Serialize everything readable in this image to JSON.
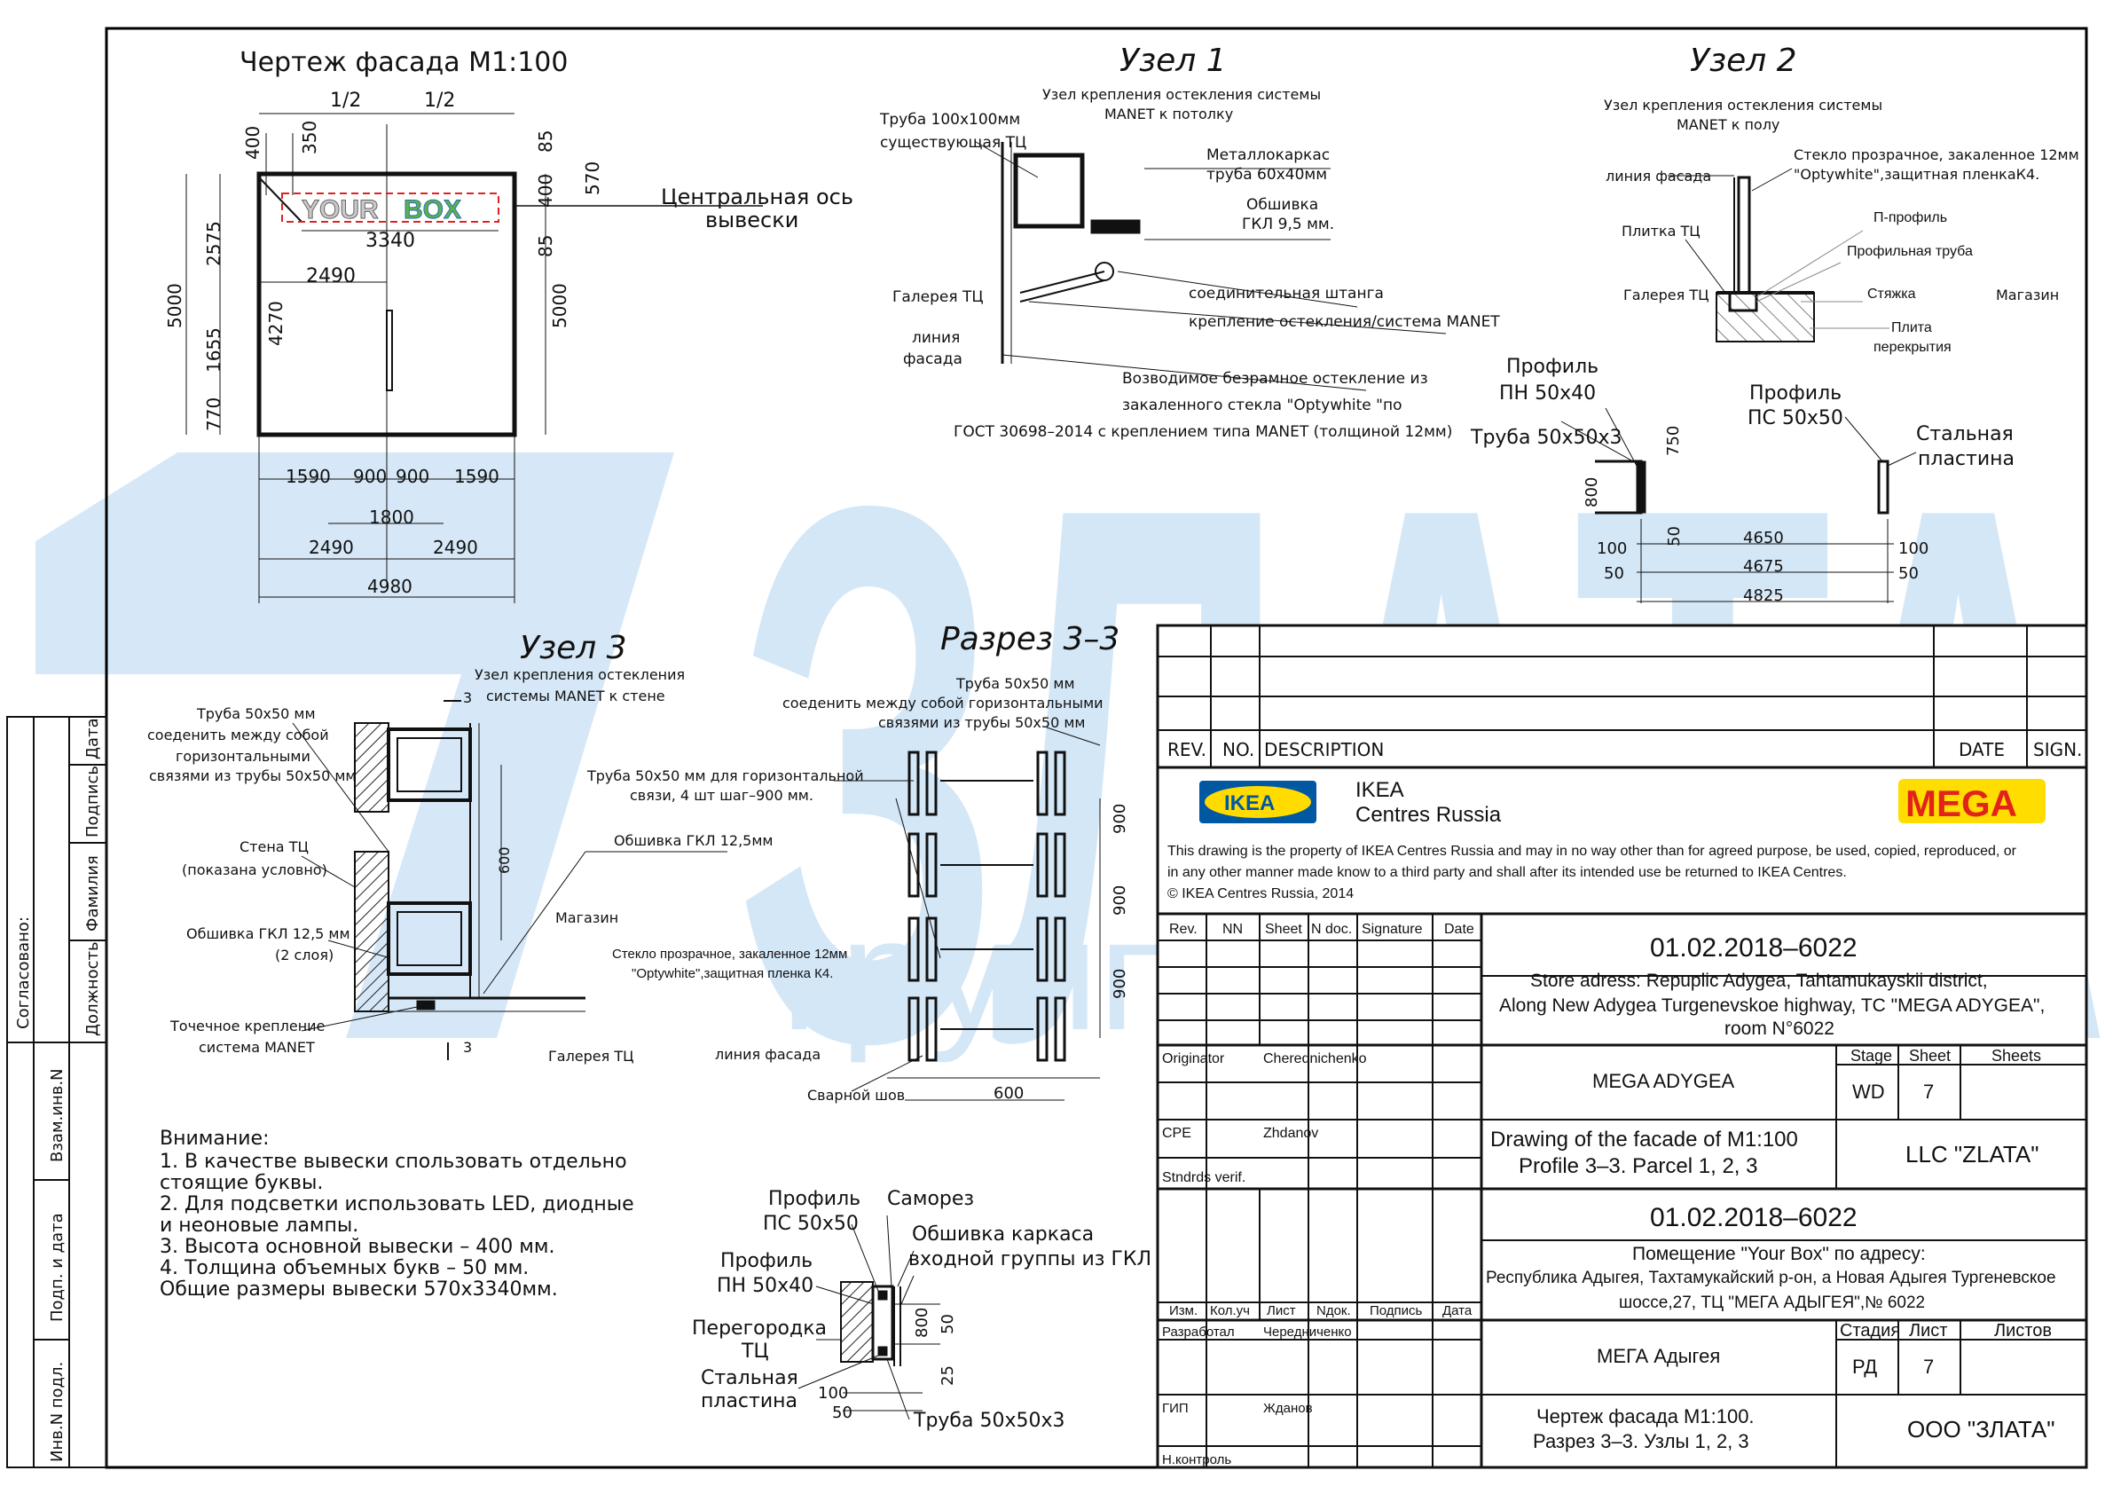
{
  "watermark": {
    "brand": "ЗЛАТА",
    "subtitle": "группа компаний"
  },
  "facade": {
    "title": "Чертеж фасада М1:100",
    "axis_label": [
      "Центральная ось",
      "вывески"
    ],
    "sign_word1": "YOUR",
    "sign_word2": "BOX",
    "dims": {
      "half_left": "1/2",
      "half_right": "1/2",
      "top_400": "400",
      "top_350": "350",
      "r85a": "85",
      "r400": "400",
      "r85b": "85",
      "r570": "570",
      "sign_w": "3340",
      "w2490": "2490",
      "left_2575": "2575",
      "left_5000": "5000",
      "left_4270": "4270",
      "left_1655": "1655",
      "left_770": "770",
      "right_5000": "5000",
      "b1590a": "1590",
      "b900a": "900",
      "b900b": "900",
      "b1590b": "1590",
      "b1800": "1800",
      "b2490a": "2490",
      "b2490b": "2490",
      "b4980": "4980"
    }
  },
  "node1": {
    "title": "Узел 1",
    "subtitle": [
      "Узел крепления остекления системы",
      "MANET к потолку"
    ],
    "labels": {
      "pipe": [
        "Труба 100х100мм",
        "существующая ТЦ"
      ],
      "frame": [
        "Металлокаркас",
        "труба 60х40мм"
      ],
      "gkl": [
        "Обшивка",
        "ГКЛ 9,5 мм."
      ],
      "gallery": "Галерея ТЦ",
      "facade_line": [
        "линия",
        "фасада"
      ],
      "rod": "соединительная штанга",
      "mount": "крепление остекления/система MANET",
      "glass": [
        "Возводимое безрамное остекление из",
        "закаленного стекла \"Optywhite \"по",
        "ГОСТ 30698–2014 с креплением типа MANET (толщиной 12мм)"
      ]
    }
  },
  "node2": {
    "title": "Узел 2",
    "subtitle": [
      "Узел крепления остекления системы",
      "MANET к полу"
    ],
    "labels": {
      "glass": [
        "Стекло прозрачное, закаленное 12мм",
        "\"Optywhite\",защитная пленкаК4."
      ],
      "facade_line": "линия фасада",
      "tile": "Плитка ТЦ",
      "p_profile": "П-профиль",
      "profile_pipe": "Профильная труба",
      "screed": "Стяжка",
      "slab": [
        "Плита",
        "перекрытия"
      ],
      "gallery": "Галерея ТЦ",
      "shop": "Магазин"
    }
  },
  "profiles_detail": {
    "pn": [
      "Профиль",
      "ПН 50х40"
    ],
    "pipe": "Труба 50х50х3",
    "ps": [
      "Профиль",
      "ПС 50х50"
    ],
    "plate": [
      "Стальная",
      "пластина"
    ],
    "dims": {
      "d750": "750",
      "d800": "800",
      "d50v": "50",
      "d100a": "100",
      "d50a": "50",
      "d4650": "4650",
      "d4675": "4675",
      "d4825": "4825",
      "d100b": "100",
      "d50b": "50"
    }
  },
  "node3": {
    "title": "Узел 3",
    "subtitle": [
      "Узел крепления остекления",
      "системы MANET к стене"
    ],
    "labels": {
      "pipe": [
        "Труба 50х50 мм",
        "соеденить между собой",
        "горизонтальными",
        "связями из трубы 50х50 мм"
      ],
      "wall": [
        "Стена ТЦ",
        "(показана условно)"
      ],
      "gkl": [
        "Обшивка ГКЛ 12,5 мм",
        "(2 слоя)"
      ],
      "point": [
        "Точечное крепление",
        "система MANET"
      ],
      "shop": "Магазин",
      "gallery": "Галерея ТЦ",
      "gkl2": "Обшивка ГКЛ 12,5мм",
      "glass": [
        "Стекло прозрачное, закаленное 12мм",
        "\"Optywhite\",защитная пленка К4."
      ],
      "facade_line": "линия фасада",
      "dim600": "600",
      "cut": "3"
    }
  },
  "section33": {
    "title": "Разрез 3–3",
    "labels": {
      "pipe": [
        "Труба 50х50 мм",
        "соеденить между собой горизонтальными",
        "связями из трубы 50х50 мм"
      ],
      "pipe_h": [
        "Труба 50х50 мм для горизонтальной",
        "связи, 4 шт шаг–900 мм."
      ],
      "weld": "Сварной шов"
    },
    "dims": {
      "v1": "900",
      "v2": "900",
      "v3": "900",
      "h": "600"
    }
  },
  "notes": {
    "title": "Внимание:",
    "lines": [
      "1. В качестве вывески спользовать отдельно",
      "стоящие буквы.",
      "2. Для подсветки использовать LED, диодные",
      "и неоновые лампы.",
      "3. Высота основной вывески – 400 мм.",
      "4. Толщина объемных букв – 50 мм.",
      "Общие размеры вывески 570х3340мм."
    ]
  },
  "bottom_detail": {
    "ps": [
      "Профиль",
      "ПС 50х50"
    ],
    "screw": "Саморез",
    "skin": [
      "Обшивка каркаса",
      "входной группы из ГКЛ"
    ],
    "pn": [
      "Профиль",
      "ПН 50х40"
    ],
    "partition": [
      "Перегородка",
      "ТЦ"
    ],
    "plate": [
      "Стальная",
      "пластина"
    ],
    "pipe": "Труба 50х50х3",
    "dims": {
      "d800": "800",
      "d50": "50",
      "d25": "25",
      "d100": "100",
      "d50b": "50"
    }
  },
  "side_stamp": {
    "agreed": "Согласовано:",
    "cols": [
      "Дата",
      "Подпись",
      "Фамилия",
      "Должность"
    ],
    "rows": [
      "Взам.инв.N",
      "Подп. и дата",
      "Инв.N подл."
    ]
  },
  "title_block": {
    "rev_header": {
      "rev": "REV.",
      "no": "NO.",
      "desc": "DESCRIPTION",
      "date": "DATE",
      "sign": "SIGN."
    },
    "ikea_logo": "IKEA",
    "company": [
      "IKEA",
      "Centres Russia"
    ],
    "mega_logo": "MEGA",
    "disclaimer": [
      "This drawing is the property of IKEA Centres Russia and may in no way other than for agreed  purpose, be used, copied, reproduced,  or",
      "in any other manner made know to a third party and shall after its intended use be returned to IKEA Centres.",
      "©  IKEA Centres Russia, 2014"
    ],
    "en_cols": [
      "Rev.",
      "NN",
      "Sheet",
      "N doc.",
      "Signature",
      "Date"
    ],
    "code": "01.02.2018–6022",
    "address_en": [
      "Store adress: Repuplic Adygea, Tahtamukayskii district,",
      "Along New Adygea Turgenevskoe highway, TC \"MEGA ADYGEA\",",
      "room N°6022"
    ],
    "originator": "Originator",
    "originator_name": "Cherednichenko",
    "cpe": "CPE",
    "cpe_name": "Zhdanov",
    "stndrd": "Stndrds verif.",
    "project_en": "MEGA ADYGEA",
    "stage_hdr": [
      "Stage",
      "Sheet",
      "Sheets"
    ],
    "stage_val": [
      "WD",
      "7",
      ""
    ],
    "drawing_en": [
      "Drawing of the facade of M1:100",
      "Profile 3–3. Parcel 1, 2, 3"
    ],
    "company_en": "LLC \"ZLATA\"",
    "code_ru": "01.02.2018–6022",
    "address_ru": [
      "Помещение \"Your Box\" по адресу:",
      "Республика Адыгея, Тахтамукайский р-он, а Новая Адыгея Тургеневское",
      "шоссе,27, ТЦ \"МЕГА АДЫГЕЯ\",№ 6022"
    ],
    "ru_cols": [
      "Изм.",
      "Кол.уч",
      "Лист",
      "Nдок.",
      "Подпись",
      "Дата"
    ],
    "dev": "Разработал",
    "dev_name": "Чередниченко",
    "gip": "ГИП",
    "gip_name": "Жданов",
    "nkontr": "Н.контроль",
    "project_ru": "МЕГА Адыгея",
    "stage_hdr_ru": [
      "Стадия",
      "Лист",
      "Листов"
    ],
    "stage_val_ru": [
      "РД",
      "7",
      ""
    ],
    "drawing_ru": [
      "Чертеж фасада М1:100.",
      "Разрез 3–3. Узлы 1, 2, 3"
    ],
    "company_ru": "ООО \"ЗЛАТА\""
  }
}
